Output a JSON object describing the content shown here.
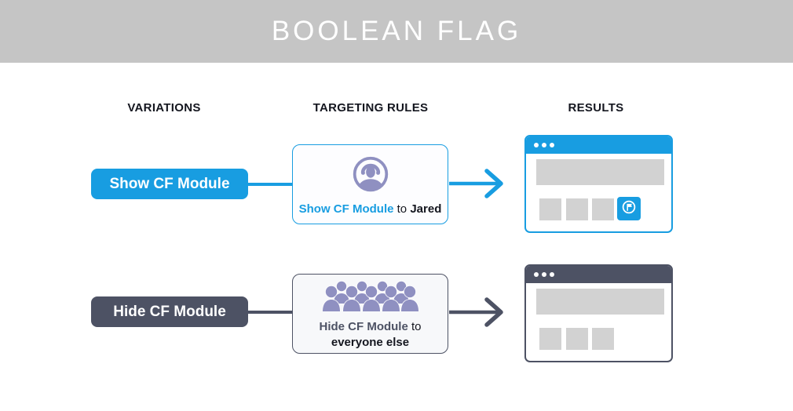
{
  "header": {
    "title": "BOOLEAN FLAG",
    "background": "#c5c5c5"
  },
  "columns": {
    "variations": "VARIATIONS",
    "targeting_rules": "TARGETING RULES",
    "results": "RESULTS"
  },
  "colors": {
    "accent_blue": "#189de1",
    "accent_slate": "#4d5264",
    "icon_purple": "#8f90c1",
    "placeholder_gray": "#d2d2d2"
  },
  "rows": [
    {
      "variation": {
        "label": "Show CF Module"
      },
      "rule": {
        "icon": "user-circle-icon",
        "flag_label": "Show CF Module",
        "connector": "to",
        "target": "Jared"
      },
      "result": {
        "style": "blue",
        "has_module": true,
        "module_icon": "flag-circle-icon"
      }
    },
    {
      "variation": {
        "label": "Hide CF Module"
      },
      "rule": {
        "icon": "crowd-icon",
        "flag_label": "Hide CF Module",
        "connector": "to",
        "target": "everyone else"
      },
      "result": {
        "style": "dark",
        "has_module": false
      }
    }
  ]
}
